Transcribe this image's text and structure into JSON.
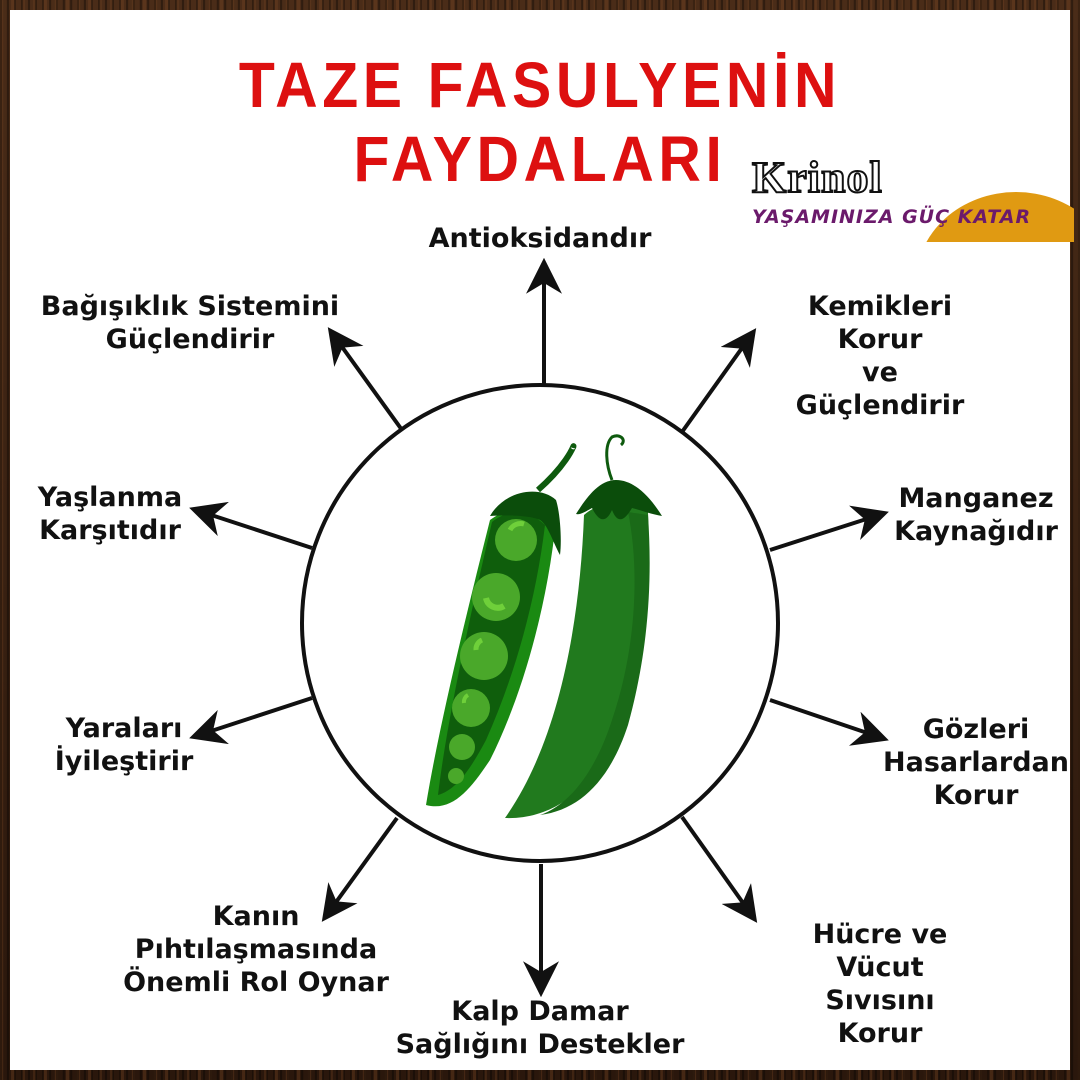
{
  "title": "TAZE FASULYENİN FAYDALARI",
  "logo": {
    "name": "Krinol",
    "tagline": "YAŞAMINIZA GÜÇ KATAR"
  },
  "colors": {
    "title": "#dd1010",
    "tagline": "#6b1a6b",
    "logo_arc": "#e09a12",
    "pod_dark": "#0e5a0e",
    "pod_mid": "#1f7a1f",
    "pea": "#4aa82a",
    "pea_highlight": "#6fd03a"
  },
  "center_icon": "green-beans-icon",
  "benefits": [
    {
      "id": "antioxidant",
      "text": "Antioksidandır"
    },
    {
      "id": "bones",
      "text": "Kemikleri Korur\nve Güçlendirir"
    },
    {
      "id": "manganese",
      "text": "Manganez\nKaynağıdır"
    },
    {
      "id": "eyes",
      "text": "Gözleri\nHasarlardan\nKorur"
    },
    {
      "id": "cells",
      "text": "Hücre ve Vücut\nSıvısını Korur"
    },
    {
      "id": "heart",
      "text": "Kalp Damar\nSağlığını Destekler"
    },
    {
      "id": "blood",
      "text": "Kanın\nPıhtılaşmasında\nÖnemli Rol Oynar"
    },
    {
      "id": "wounds",
      "text": "Yaraları\nİyileştirir"
    },
    {
      "id": "aging",
      "text": "Yaşlanma\nKarşıtıdır"
    },
    {
      "id": "immune",
      "text": "Bağışıklık Sistemini\nGüçlendirir"
    }
  ]
}
